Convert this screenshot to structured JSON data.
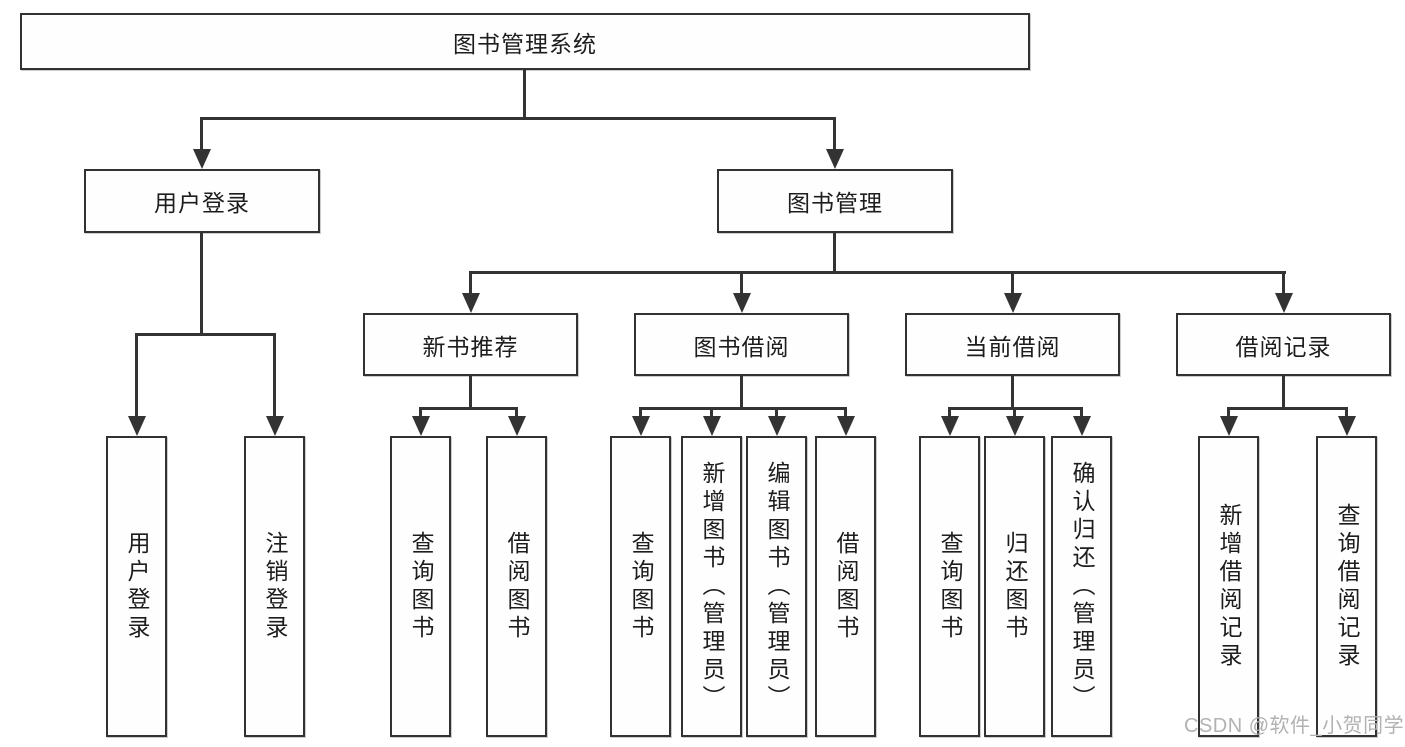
{
  "diagram": {
    "root": {
      "label": "图书管理系统"
    },
    "branches": {
      "login": {
        "label": "用户登录",
        "leaves": [
          {
            "label": "用户登录"
          },
          {
            "label": "注销登录"
          }
        ]
      },
      "mgmt": {
        "label": "图书管理",
        "groups": [
          {
            "label": "新书推荐",
            "leaves": [
              {
                "label": "查询图书"
              },
              {
                "label": "借阅图书"
              }
            ]
          },
          {
            "label": "图书借阅",
            "leaves": [
              {
                "label": "查询图书"
              },
              {
                "label": "新增图书（管理员）"
              },
              {
                "label": "编辑图书（管理员）"
              },
              {
                "label": "借阅图书"
              }
            ]
          },
          {
            "label": "当前借阅",
            "leaves": [
              {
                "label": "查询图书"
              },
              {
                "label": "归还图书"
              },
              {
                "label": "确认归还（管理员）"
              }
            ]
          },
          {
            "label": "借阅记录",
            "leaves": [
              {
                "label": "新增借阅记录"
              },
              {
                "label": "查询借阅记录"
              }
            ]
          }
        ]
      }
    }
  },
  "watermark": {
    "text": "CSDN @软件_小贺同学"
  },
  "colors": {
    "line": "#333333",
    "box_border": "#323232",
    "text": "#1d1d1d",
    "background": "#ffffff",
    "watermark": "#b2b2b2"
  }
}
